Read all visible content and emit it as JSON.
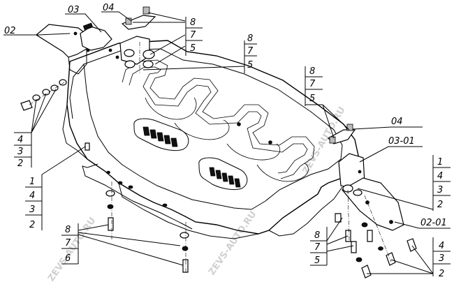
{
  "watermarks": [
    "ZEVS-AUTO.RU",
    "ZEVS-AUTO.RU",
    "ZEVS-AUTO.RU"
  ],
  "callouts": {
    "c02": "02",
    "c03": "03",
    "c04a": "04",
    "c04b": "04",
    "c0301": "03-01",
    "c0201": "02-01",
    "stack_top_center": [
      "8",
      "7",
      "5"
    ],
    "stack_top_mid": [
      "8",
      "7",
      "5"
    ],
    "stack_right_mid": [
      "8",
      "7",
      "5"
    ],
    "stack_left_mid": [
      "4",
      "3",
      "2"
    ],
    "stack_left_low": [
      "1",
      "4",
      "3",
      "2"
    ],
    "stack_bottom_left": [
      "8",
      "7",
      "6"
    ],
    "stack_right": [
      "1",
      "4",
      "3",
      "2"
    ],
    "stack_bottom_right": [
      "8",
      "7",
      "5"
    ],
    "stack_far_right": [
      "4",
      "3",
      "2"
    ]
  }
}
